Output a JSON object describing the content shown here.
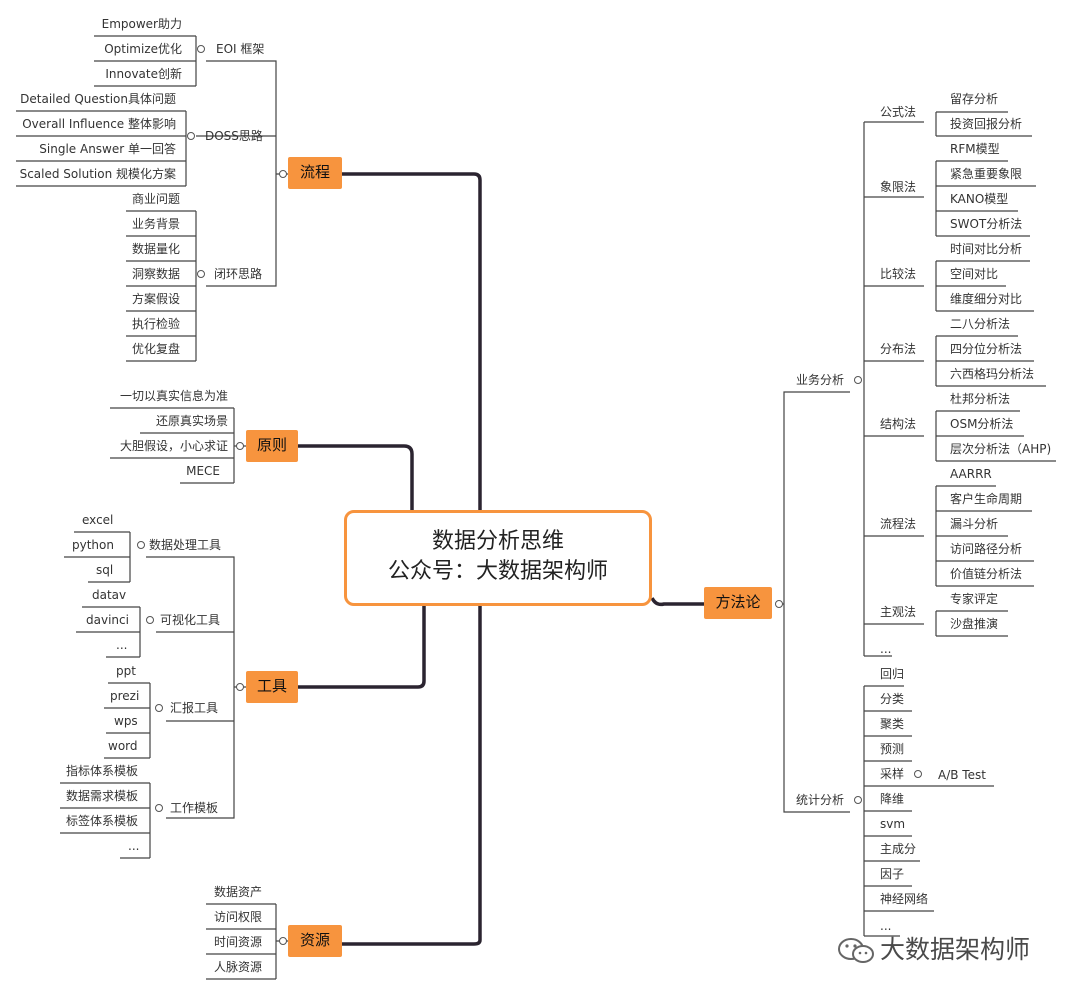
{
  "center": {
    "title": "数据分析思维",
    "subtitle": "公众号：大数据架构师"
  },
  "liucheng": {
    "label": "流程",
    "eoi": {
      "label": "EOI 框架",
      "items": [
        "Empower助力",
        "Optimize优化",
        "Innovate创新"
      ]
    },
    "doss": {
      "label": "DOSS思路",
      "items": [
        "Detailed Question具体问题",
        "Overall Influence 整体影响",
        "Single Answer 单一回答",
        "Scaled Solution 规模化方案"
      ]
    },
    "bihuan": {
      "label": "闭环思路",
      "items": [
        "商业问题",
        "业务背景",
        "数据量化",
        "洞察数据",
        "方案假设",
        "执行检验",
        "优化复盘"
      ]
    }
  },
  "yuanze": {
    "label": "原则",
    "items": [
      "一切以真实信息为准",
      "还原真实场景",
      "大胆假设，小心求证",
      "MECE"
    ]
  },
  "gongju": {
    "label": "工具",
    "shujuchuli": {
      "label": "数据处理工具",
      "items": [
        "excel",
        "python",
        "sql"
      ]
    },
    "keshihua": {
      "label": "可视化工具",
      "items": [
        "datav",
        "davinci",
        "..."
      ]
    },
    "huibao": {
      "label": "汇报工具",
      "items": [
        "ppt",
        "prezi",
        "wps",
        "word"
      ]
    },
    "gongzuo": {
      "label": "工作模板",
      "items": [
        "指标体系模板",
        "数据需求模板",
        "标签体系模板",
        "..."
      ]
    }
  },
  "ziyuan": {
    "label": "资源",
    "items": [
      "数据资产",
      "访问权限",
      "时间资源",
      "人脉资源"
    ]
  },
  "fangfalun": {
    "label": "方法论",
    "yewu": {
      "label": "业务分析",
      "groups": [
        {
          "label": "公式法",
          "items": [
            "留存分析",
            "投资回报分析"
          ]
        },
        {
          "label": "象限法",
          "items": [
            "RFM模型",
            "紧急重要象限",
            "KANO模型",
            "SWOT分析法"
          ]
        },
        {
          "label": "比较法",
          "items": [
            "时间对比分析",
            "空间对比",
            "维度细分对比"
          ]
        },
        {
          "label": "分布法",
          "items": [
            "二八分析法",
            "四分位分析法",
            "六西格玛分析法"
          ]
        },
        {
          "label": "结构法",
          "items": [
            "杜邦分析法",
            "OSM分析法",
            "层次分析法（AHP)"
          ]
        },
        {
          "label": "流程法",
          "items": [
            "AARRR",
            "客户生命周期",
            "漏斗分析",
            "访问路径分析",
            "价值链分析法"
          ]
        },
        {
          "label": "主观法",
          "items": [
            "专家评定",
            "沙盘推演"
          ]
        },
        {
          "label": "...",
          "items": []
        }
      ]
    },
    "tongji": {
      "label": "统计分析",
      "items": [
        "回归",
        "分类",
        "聚类",
        "预测",
        "采样",
        "降维",
        "svm",
        "主成分",
        "因子",
        "神经网络",
        "..."
      ],
      "caiyang_child": "A/B Test"
    }
  },
  "watermark": "大数据架构师",
  "colors": {
    "accent": "#f7943e",
    "trunk": "#2b2430",
    "line": "#333333"
  }
}
